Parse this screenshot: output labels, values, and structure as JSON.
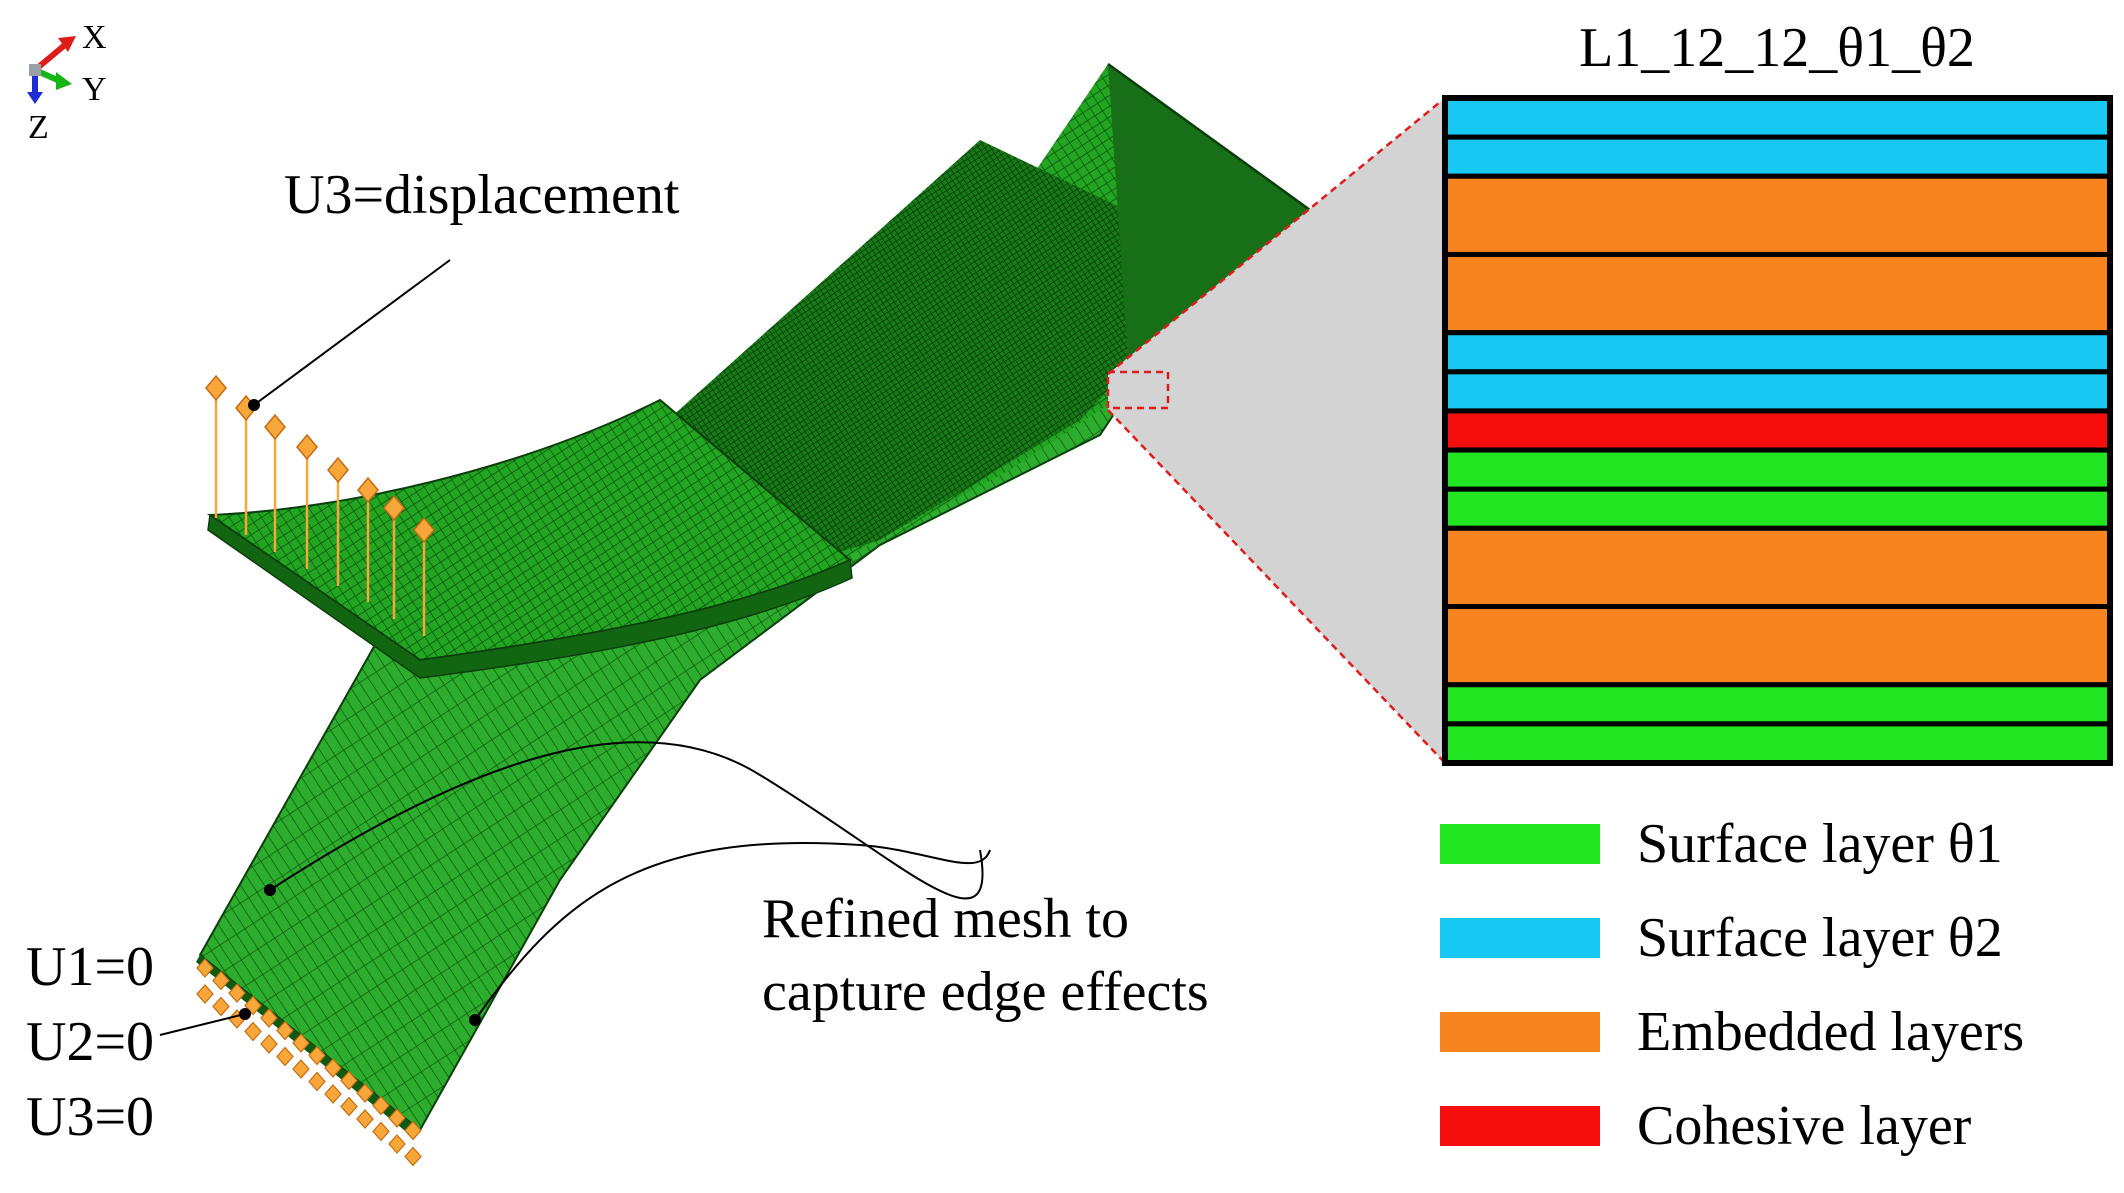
{
  "triad": {
    "x": "X",
    "y": "Y",
    "z": "Z"
  },
  "annotations": {
    "displacement": "U3=displacement",
    "bc_u1": "U1=0",
    "bc_u2": "U2=0",
    "bc_u3": "U3=0",
    "mesh_note_line1": "Refined mesh to",
    "mesh_note_line2": "capture edge effects"
  },
  "stack": {
    "title": "L1_12_12_θ1_θ2",
    "layers": [
      "theta2",
      "theta2",
      "embedded",
      "embedded",
      "theta2",
      "theta2",
      "cohesive",
      "theta1",
      "theta1",
      "embedded",
      "embedded",
      "theta1",
      "theta1"
    ]
  },
  "legend": [
    {
      "key": "theta1",
      "label": "Surface layer θ1"
    },
    {
      "key": "theta2",
      "label": "Surface layer θ2"
    },
    {
      "key": "embedded",
      "label": "Embedded layers"
    },
    {
      "key": "cohesive",
      "label": "Cohesive layer"
    }
  ],
  "colors": {
    "theta1": "#22e622",
    "theta2": "#17c8f2",
    "embedded": "#f7841f",
    "cohesive": "#f60d0d",
    "mesh": "#1fa21f",
    "mesh_dark": "#146e14",
    "bc_marker": "#f7a73a",
    "zoom": "#d3d3d3"
  }
}
